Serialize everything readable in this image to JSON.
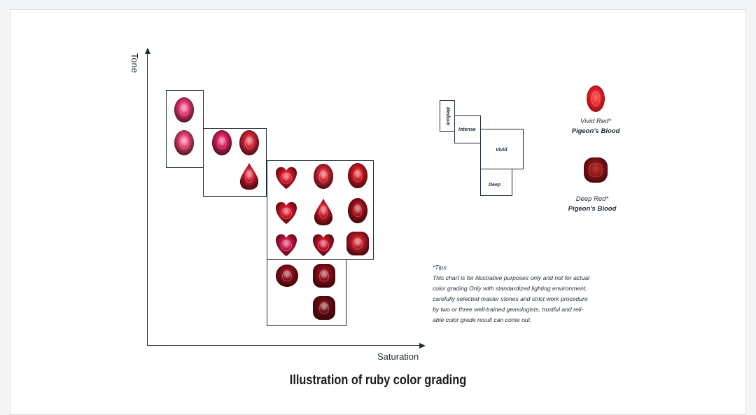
{
  "axes": {
    "y_label": "Tone",
    "x_label": "Saturation"
  },
  "groups": [
    {
      "name": "group-light",
      "stones": [
        {
          "shape": "oval",
          "color": "#ee3f83"
        },
        {
          "shape": "oval",
          "color": "#ee4d7e"
        }
      ]
    },
    {
      "name": "group-medium",
      "stones": [
        {
          "shape": "oval",
          "color": "#e1246a"
        },
        {
          "shape": "oval",
          "color": "#d82a3c"
        },
        {
          "shape": "pear",
          "color": "#d71f33"
        }
      ]
    },
    {
      "name": "group-intense-vivid",
      "stones": [
        {
          "shape": "heart",
          "color": "#de1a2f"
        },
        {
          "shape": "oval",
          "color": "#d52a37"
        },
        {
          "shape": "oval",
          "color": "#d61b23"
        },
        {
          "shape": "heart",
          "color": "#d8162c"
        },
        {
          "shape": "pear",
          "color": "#cf1b2b"
        },
        {
          "shape": "oval",
          "color": "#a9101c"
        },
        {
          "shape": "heart",
          "color": "#d0184c"
        },
        {
          "shape": "heart",
          "color": "#c9122b"
        },
        {
          "shape": "cushion",
          "color": "#c91e2c"
        }
      ]
    },
    {
      "name": "group-deep",
      "stones": [
        {
          "shape": "round",
          "color": "#8c0e1b"
        },
        {
          "shape": "cushion",
          "color": "#8f0f1a"
        },
        {
          "shape": "cushion",
          "color": "#6e0d15"
        }
      ]
    }
  ],
  "key": {
    "medium": "Medium",
    "intense": "Intense",
    "vivid": "Vivid",
    "deep": "Deep"
  },
  "references": [
    {
      "label": "Vivid Red*",
      "grade": "Pigeon's Blood",
      "color": "#d91c22"
    },
    {
      "label": "Deep Red*",
      "grade": "Pigeon's Blood",
      "color": "#7e1114"
    }
  ],
  "tips": {
    "heading": "*Tips:",
    "lines": [
      "This chart is for illustrative purposes only and not for actual",
      "color grading.Only with standardized lighting environment,",
      "carefully selected master stones and strict work procedure",
      "by two or three well-trained gemologists, trustful and reli-",
      "able color grade result can come out."
    ]
  },
  "title": "Illustration of ruby color grading"
}
